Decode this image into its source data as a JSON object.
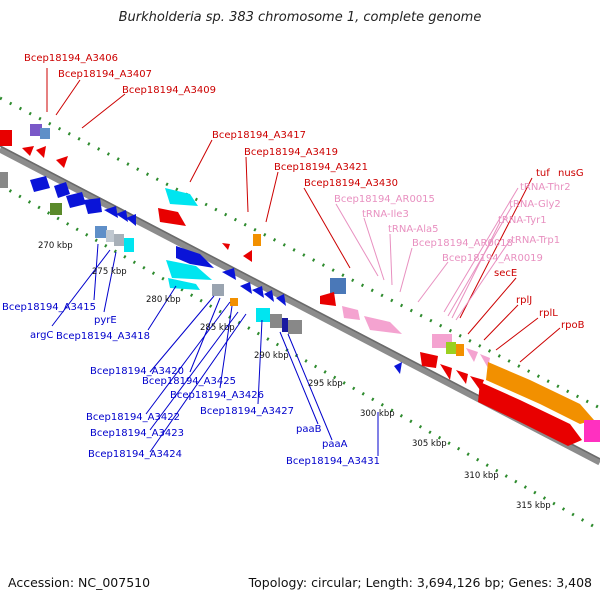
{
  "title": "Burkholderia sp. 383 chromosome 1, complete genome",
  "footer": {
    "accession": "Accession: NC_007510",
    "summary": "Topology: circular; Length: 3,694,126 bp; Genes: 3,408"
  },
  "colors": {
    "backbone": "#8c8c8c",
    "tick": "#2e8b2e",
    "red_label": "#cc0000",
    "blue_label": "#0000cc",
    "pink_label": "#e890c0",
    "gene_blue": "#0a14d8",
    "gene_red": "#e80000",
    "gene_cyan": "#00e5f0",
    "gene_pink": "#f4a3d0",
    "gene_orange": "#f29000"
  },
  "kbp_labels": [
    "270 kbp",
    "275 kbp",
    "280 kbp",
    "285 kbp",
    "290 kbp",
    "295 kbp",
    "300 kbp",
    "305 kbp",
    "310 kbp",
    "315 kbp"
  ],
  "labels_top": [
    "Bcep18194_A3406",
    "Bcep18194_A3407",
    "Bcep18194_A3409",
    "Bcep18194_A3417",
    "Bcep18194_A3419",
    "Bcep18194_A3421",
    "Bcep18194_A3430",
    "tuf",
    "nusG",
    "secE",
    "rplJ",
    "rplL",
    "rpoB"
  ],
  "labels_rna": [
    "Bcep18194_AR0015",
    "tRNA-Ile3",
    "tRNA-Ala5",
    "Bcep18194_AR0018",
    "Bcep18194_AR0019",
    "tRNA-Thr2",
    "tRNA-Gly2",
    "tRNA-Tyr1",
    "tRNA-Trp1"
  ],
  "labels_bottom": [
    "Bcep18194_A3415",
    "argC",
    "pyrE",
    "Bcep18194_A3418",
    "Bcep18194_A3420",
    "Bcep18194_A3425",
    "Bcep18194_A3426",
    "Bcep18194_A3422",
    "Bcep18194_A3427",
    "Bcep18194_A3423",
    "Bcep18194_A3424",
    "paaB",
    "paaA",
    "Bcep18194_A3431"
  ]
}
